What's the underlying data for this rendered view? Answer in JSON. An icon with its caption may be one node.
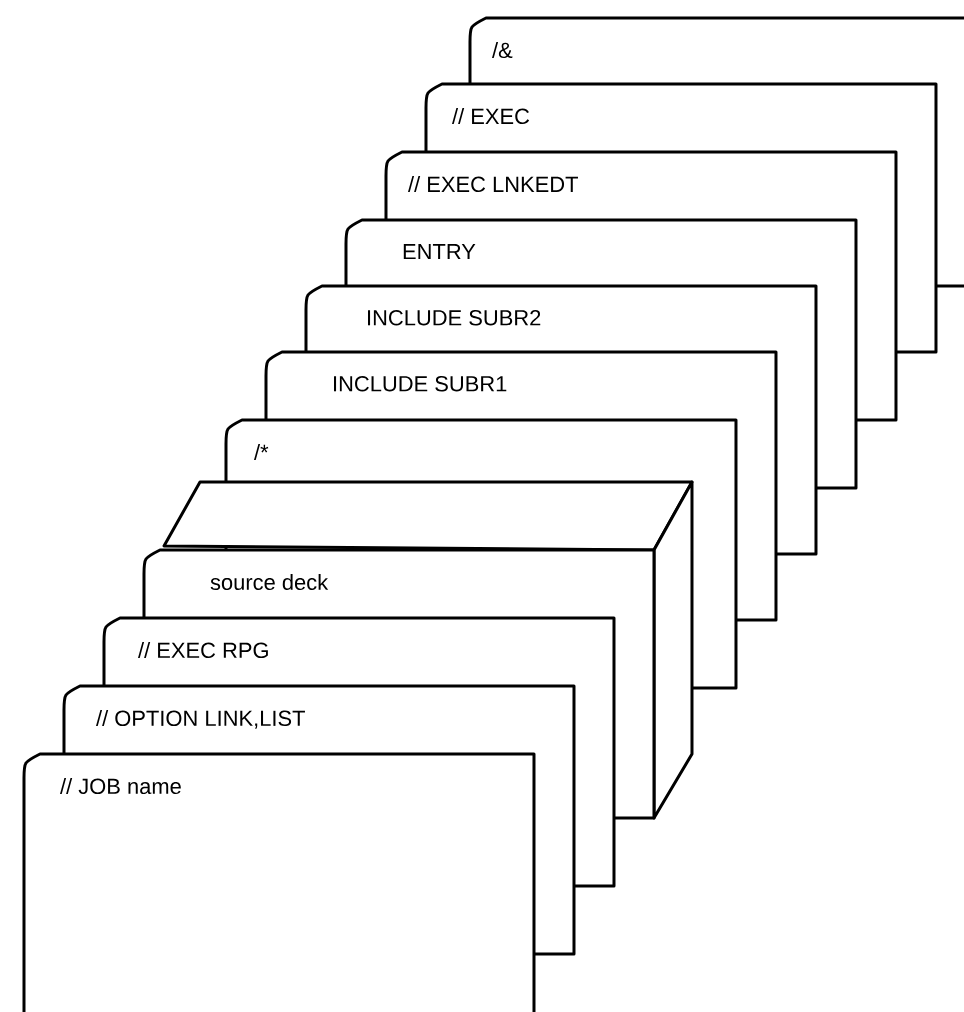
{
  "diagram": {
    "nodes": [
      {
        "text": [
          "/&"
        ]
      },
      {
        "text": [
          "// EXEC"
        ]
      },
      {
        "text": [
          "// EXEC LNKEDT"
        ]
      },
      {
        "text": [
          "ENTRY"
        ]
      },
      {
        "text": [
          "INCLUDE SUBR2"
        ]
      },
      {
        "text": [
          "INCLUDE SUBR1"
        ]
      },
      {
        "text": [
          "/*"
        ]
      },
      {
        "text": [
          "source deck"
        ]
      },
      {
        "text": [
          "// EXEC RPG"
        ]
      },
      {
        "text": [
          "// OPTION LINK,LIST"
        ]
      },
      {
        "text": [
          "// JOB name"
        ]
      }
    ]
  }
}
